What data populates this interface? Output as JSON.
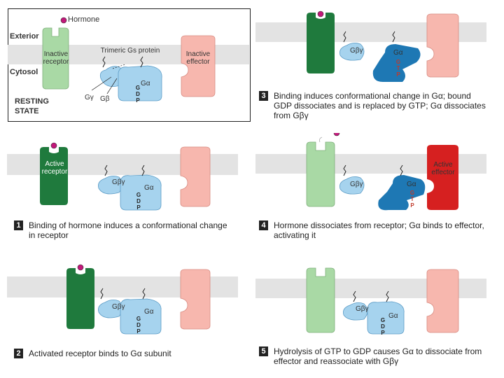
{
  "resting": {
    "hormone": "Hormone",
    "exterior": "Exterior",
    "cytosol": "Cytosol",
    "inactive_receptor": "Inactive receptor",
    "trimeric_protein": "Trimeric Gs protein",
    "inactive_effector": "Inactive effector",
    "g_gamma": "Gγ",
    "g_beta": "Gβ",
    "g_alpha": "Gα",
    "resting_state_line1": "RESTING",
    "resting_state_line2": "STATE",
    "gdp_letters": [
      "G",
      "D",
      "P"
    ]
  },
  "panels": [
    {
      "step": "1",
      "caption": "Binding of hormone induces a conformational change in receptor",
      "receptor_label": "Active receptor",
      "gbg_label": "Gβγ",
      "ga_label": "Gα",
      "nucleotide": [
        "G",
        "D",
        "P"
      ]
    },
    {
      "step": "2",
      "caption": "Activated receptor binds to Gα subunit",
      "gbg_label": "Gβγ",
      "ga_label": "Gα",
      "nucleotide": [
        "G",
        "D",
        "P"
      ]
    },
    {
      "step": "3",
      "caption": "Binding induces conformational change in Gα; bound GDP dissociates and is replaced by GTP; Gα dissociates from Gβγ",
      "gbg_label": "Gβγ",
      "ga_label": "Gα",
      "nucleotide": [
        "G",
        "T",
        "P"
      ]
    },
    {
      "step": "4",
      "caption": "Hormone dissociates from receptor; Gα binds to effector, activating it",
      "effector_label": "Active effector",
      "gbg_label": "Gβγ",
      "ga_label": "Gα",
      "nucleotide": [
        "G",
        "T",
        "P"
      ]
    },
    {
      "step": "5",
      "caption": "Hydrolysis of GTP to GDP causes Gα to dissociate from effector and reassociate with Gβγ",
      "gbg_label": "Gβγ",
      "ga_label": "Gα",
      "nucleotide": [
        "G",
        "D",
        "P"
      ]
    }
  ],
  "colors": {
    "membrane": "#e3e3e3",
    "receptor_inactive": "#a9d9a5",
    "receptor_active": "#1f7a3d",
    "effector_inactive": "#f7b7ae",
    "effector_active": "#d62020",
    "g_protein": "#a6d3ee",
    "g_protein_active": "#1e78b4",
    "hormone": "#c2187a"
  }
}
